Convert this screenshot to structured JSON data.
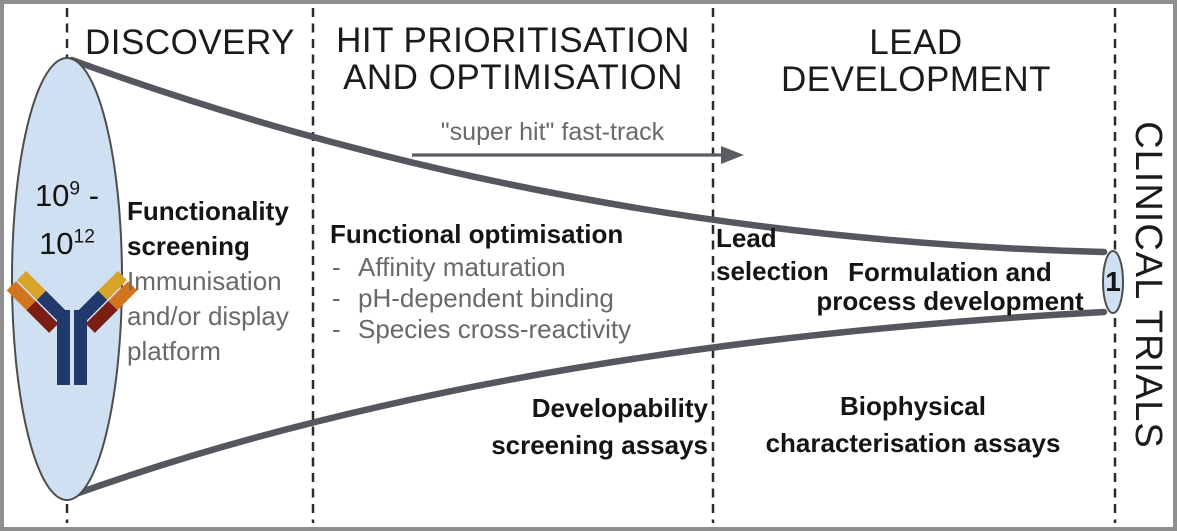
{
  "phases": {
    "discovery": {
      "title": "DISCOVERY"
    },
    "hit": {
      "title_lines": [
        "HIT PRIORITISATION",
        "AND OPTIMISATION"
      ]
    },
    "lead": {
      "title_lines": [
        "LEAD",
        "DEVELOPMENT"
      ]
    },
    "clinical": {
      "title": "CLINICAL TRIALS"
    }
  },
  "funnel": {
    "start_count": {
      "base1": "10",
      "exp1": "9",
      "separator": " -",
      "base2": "10",
      "exp2": "12"
    },
    "end_count": "1"
  },
  "discovery_phase": {
    "screening_title_lines": [
      "Functionality",
      "screening"
    ],
    "method_lines": [
      "Immunisation",
      "and/or display",
      "platform"
    ]
  },
  "hit_phase": {
    "fast_track_label": "\"super hit\" fast-track",
    "optimisation_title": "Functional optimisation",
    "bullet": "-",
    "optimisation_items": [
      "Affinity maturation",
      "pH-dependent binding",
      "Species cross-reactivity"
    ],
    "developability_lines": [
      "Developability",
      "screening assays"
    ]
  },
  "lead_phase": {
    "selection_lines": [
      "Lead",
      "selection"
    ],
    "formulation_lines": [
      "Formulation and",
      "process development"
    ],
    "biophysical_lines": [
      "Biophysical",
      "characterisation assays"
    ]
  },
  "icons": {
    "antibody": "antibody-icon"
  },
  "colors": {
    "funnel_line": "#54585e",
    "ellipse_fill": "#cfe0f2",
    "ellipse_stroke": "#4d4d4d",
    "divider": "#2a2a2a",
    "frame": "#8f8f8f",
    "secondary_text": "#696969",
    "antibody_navy": "#213a6b",
    "antibody_gold": "#d9a42a",
    "antibody_orange": "#d3751f",
    "antibody_maroon": "#7a1d12"
  }
}
